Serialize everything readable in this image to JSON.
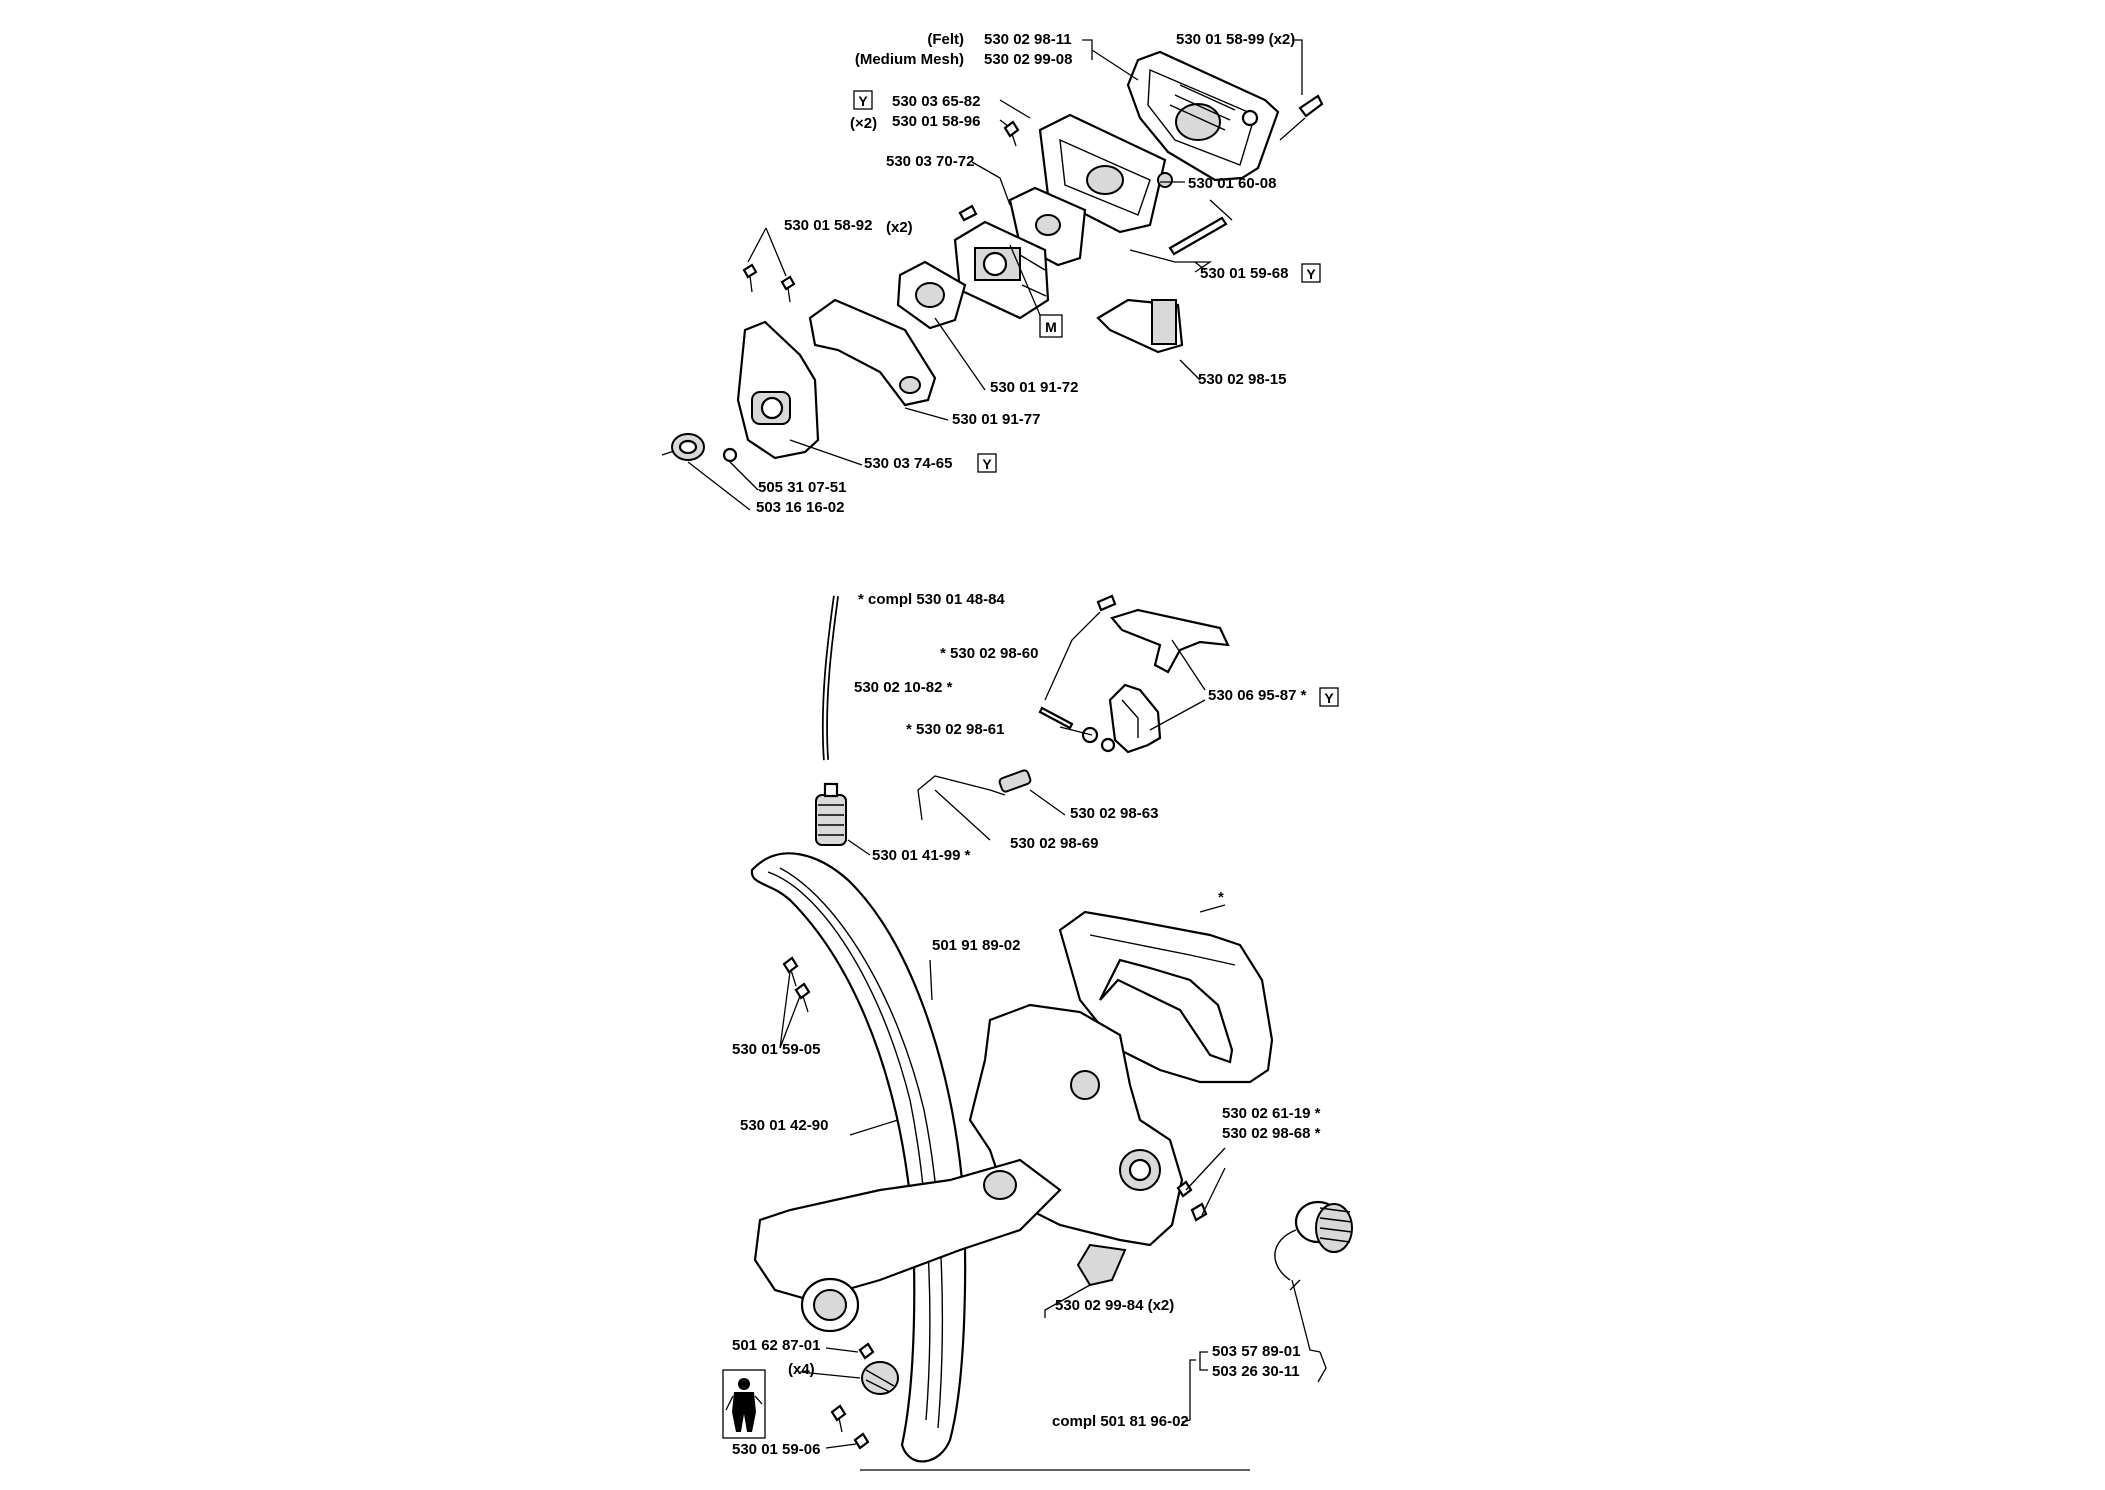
{
  "upper_assembly": {
    "labels": {
      "felt_qual": "(Felt)",
      "felt": "530 02 98-11",
      "mesh_qual": "(Medium Mesh)",
      "mesh": "530 02 99-08",
      "bolt_x2": "530 01 58-99 (x2)",
      "gasket": "530 03 65-82",
      "screw_qty": "(×2)",
      "screw": "530 01 58-96",
      "plate": "530 03 70-72",
      "nut": "530 01 60-08",
      "screw_pair": "530 01 58-92",
      "screw_pair_qty": "(x2)",
      "stud": "530 01 59-68",
      "gasket2": "530 01 91-72",
      "bracket": "530 01 91-77",
      "shroud": "530 03 74-65",
      "grommet": "505 31 07-51",
      "washer": "503 16 16-02",
      "cover": "530 02 98-15"
    },
    "tags": {
      "y": "Y",
      "m": "M"
    }
  },
  "lower_assembly": {
    "labels": {
      "fuel_line": "* compl 530 01 48-84",
      "pin": "* 530 02 98-60",
      "hose": "530 02 10-82 *",
      "trigger": "530 06 95-87 *",
      "spring_pin": "* 530 02 98-61",
      "rod": "530 02 98-63",
      "link": "530 02 98-69",
      "filter": "530 01 41-99 *",
      "handlebar_bolt": "501 91 89-02",
      "handle_star": "*",
      "screws": "530 01 59-05",
      "handlebar": "530 01 42-90",
      "cap_a": "530 02 61-19 *",
      "cap_b": "530 02 98-68 *",
      "plug": "530 02 99-84 (x2)",
      "mount": "501 62 87-01",
      "mount_qty": "(x4)",
      "tank_cap": "503 57 89-01",
      "tank_seal": "503 26 30-11",
      "tank_compl": "compl 501 81 96-02",
      "bottom_screw": "530 01 59-06"
    },
    "tags": {
      "y": "Y"
    }
  },
  "icons": [
    "service-mechanic-icon"
  ]
}
